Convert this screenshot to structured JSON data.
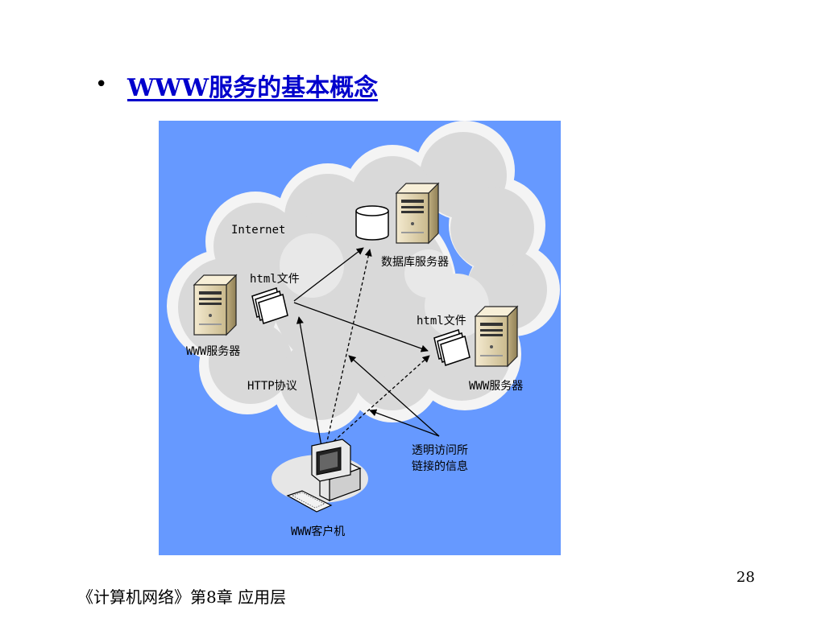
{
  "slide": {
    "bullet": "•",
    "title": "WWW服务的基本概念",
    "page_number": "28",
    "footer": "《计算机网络》第8章  应用层"
  },
  "diagram": {
    "internet_label": "Internet",
    "db_server_label": "数据库服务器",
    "html_file_left_label": "html文件",
    "html_file_right_label": "html文件",
    "www_server_left_label": "WWW服务器",
    "www_server_right_label": "WWW服务器",
    "http_label": "HTTP协议",
    "transparent_line1": "透明访问所",
    "transparent_line2": "链接的信息",
    "client_label": "WWW客户机",
    "colors": {
      "background": "#6699ff",
      "cloud": "#dcdcdc",
      "cloud_edge": "#f2f2f2",
      "server": "#e6d8b3",
      "title": "#0000cc"
    }
  }
}
